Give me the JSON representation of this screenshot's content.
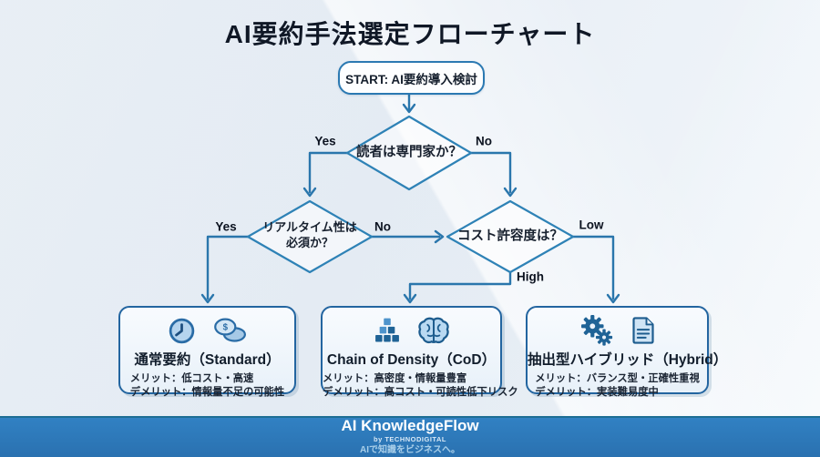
{
  "title": "AI要約手法選定フローチャート",
  "flow": {
    "start_label": "START: AI要約導入検討",
    "decisions": {
      "reader_expert": "読者は専門家か？",
      "realtime_line1": "リアルタイム性は",
      "realtime_line2": "必須か？",
      "cost_tolerance": "コスト許容度は？"
    },
    "edge_labels": {
      "expert_yes": "Yes",
      "expert_no": "No",
      "realtime_yes": "Yes",
      "realtime_no": "No",
      "cost_low": "Low",
      "cost_high": "High"
    }
  },
  "results": [
    {
      "title": "通常要約（Standard）",
      "merit": "メリット：低コスト・高速",
      "demerit": "デメリット：情報量不足の可能性",
      "icons": [
        "clock-icon",
        "coins-icon"
      ]
    },
    {
      "title": "Chain of Density（CoD）",
      "merit": "メリット：高密度・情報量豊富",
      "demerit": "デメリット：高コスト・可読性低下リスク",
      "icons": [
        "blocks-icon",
        "brain-icon"
      ]
    },
    {
      "title": "抽出型ハイブリッド（Hybrid）",
      "merit": "メリット：バランス型・正確性重視",
      "demerit": "デメリット：実装難易度中",
      "icons": [
        "gears-icon",
        "document-icon"
      ]
    }
  ],
  "icons": {
    "coin_symbol": "$"
  },
  "footer": {
    "brand": "AI KnowledgeFlow",
    "byline": "by TECHNODIGITAL",
    "tagline": "AIで知識をビジネスへ。"
  },
  "colors": {
    "connector": "#2a76ac",
    "diamond_border": "#2e82b6",
    "box_border": "#2365a0",
    "icon_dark": "#1f6396",
    "icon_light": "#bcd9f0",
    "footer_bg": "#2d7abc",
    "title_text": "#101826"
  }
}
